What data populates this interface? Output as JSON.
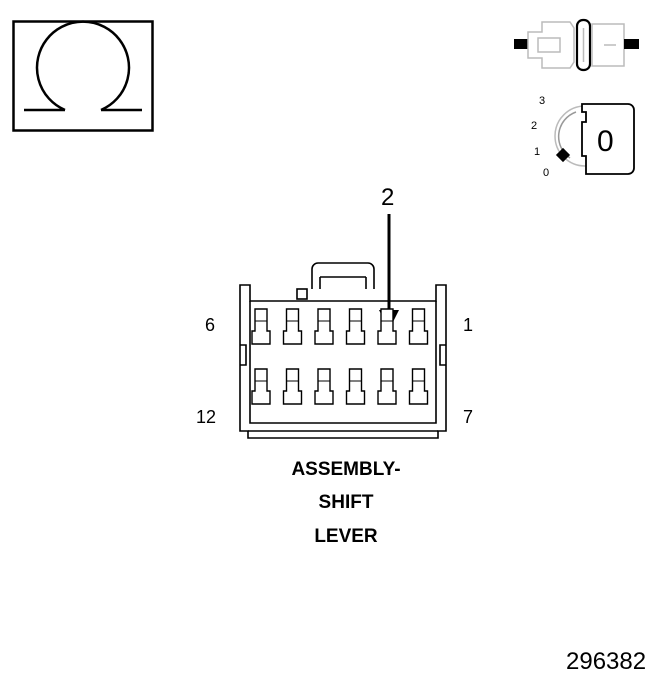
{
  "symbols": {
    "resistance_icon": "ohm-icon",
    "connector_disconnected_icon": "connector-disconnected-icon",
    "ignition_key_icon": "ignition-key-icon"
  },
  "ignition": {
    "key_label": "0",
    "positions": [
      "3",
      "2",
      "1",
      "0"
    ]
  },
  "connector": {
    "arrow_label": "2",
    "pin_label_top_left": "6",
    "pin_label_top_right": "1",
    "pin_label_bottom_left": "12",
    "pin_label_bottom_right": "7",
    "caption_lines": [
      "ASSEMBLY-",
      "SHIFT",
      "LEVER"
    ]
  },
  "figure_id": "296382",
  "colors": {
    "line": "#000000",
    "grey_outline": "#bbbbbb",
    "background": "#ffffff"
  }
}
